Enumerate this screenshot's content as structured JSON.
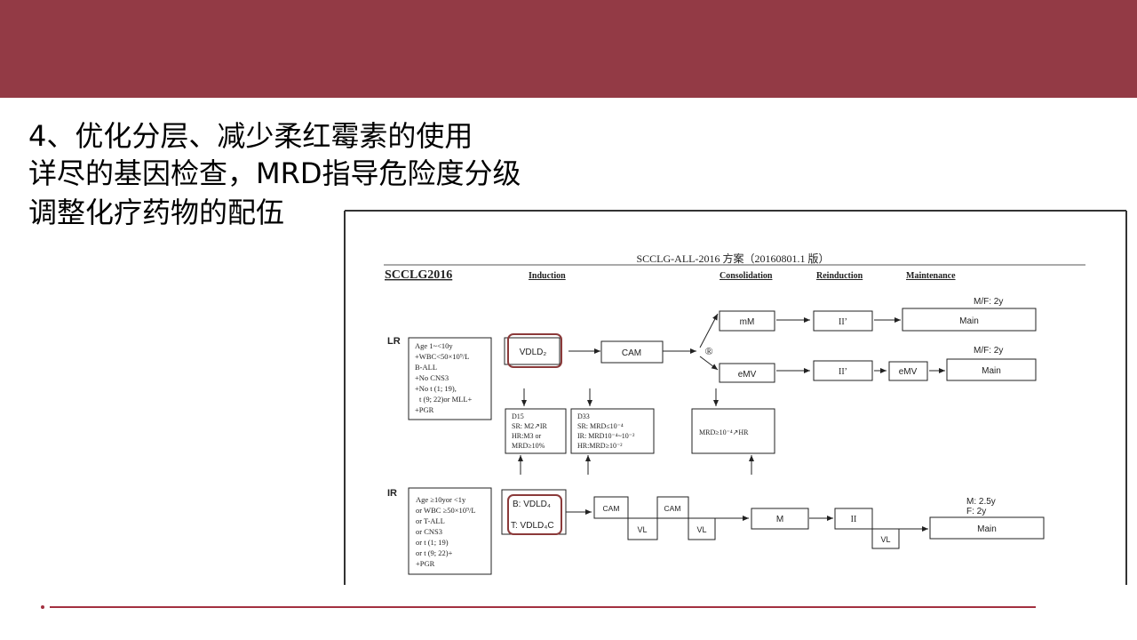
{
  "slide": {
    "title_lines": [
      "4、优化分层、减少柔红霉素的使用",
      "详尽的基因检查，MRD指导危险度分级",
      "调整化疗药物的配伍"
    ],
    "colors": {
      "banner": "#933a45",
      "rule": "#a33040",
      "highlight": "#8b3a3a"
    }
  },
  "protocol": {
    "doc_title": "SCCLG-ALL-2016 方案（20160801.1 版）",
    "name": "SCCLG2016",
    "phases": [
      "Induction",
      "Consolidation",
      "Reinduction",
      "Maintenance"
    ],
    "lr": {
      "label": "LR",
      "criteria": [
        "Age 1~<10y",
        "+WBC<50×10⁹/L",
        "B-ALL",
        "+No CNS3",
        "+No t (1; 19),",
        "t (9; 22)or MLL+",
        "+PGR"
      ],
      "induction": "VDLD₂",
      "cam": "CAM",
      "randomize": "®",
      "arm1": [
        "mM",
        "II’",
        "Main"
      ],
      "arm2": [
        "eMV",
        "II’",
        "eMV",
        "Main"
      ],
      "duration1": "M/F: 2y",
      "duration2": "M/F: 2y",
      "d15": [
        "D15",
        "SR: M2↗IR",
        "HR:M3     or",
        "MRD≥10%"
      ],
      "d33": [
        "D33",
        "SR: MRD≤10⁻⁴",
        "IR: MRD10⁻⁴~10⁻²",
        "HR:MRD≥10⁻²"
      ],
      "mrd": "MRD≥10⁻⁴↗HR"
    },
    "ir": {
      "label": "IR",
      "criteria": [
        "Age ≥10yor <1y",
        "or WBC ≥50×10⁹/L",
        "or T-ALL",
        "or CNS3",
        "or t (1; 19)",
        "or t (9; 22)+",
        "+PGR"
      ],
      "induction_b": "B: VDLD₄",
      "induction_t": "T: VDLD₄C",
      "cam1": "CAM",
      "vl1": "VL",
      "cam2": "CAM",
      "vl2": "VL",
      "m": "M",
      "ii": "II",
      "vl3": "VL",
      "main": "Main",
      "duration_m": "M: 2.5y",
      "duration_f": "F: 2y"
    }
  }
}
